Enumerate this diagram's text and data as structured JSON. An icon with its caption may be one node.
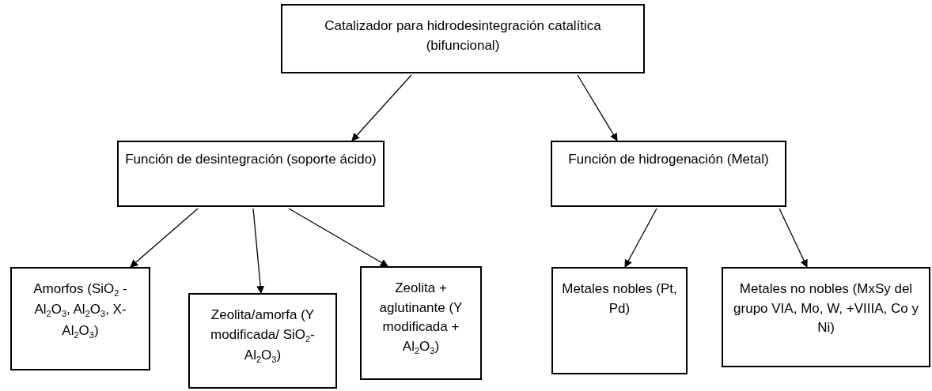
{
  "diagram": {
    "nodes": [
      {
        "text": [
          "Catalizador para hidrodesintegración catalítica (bifuncional)"
        ]
      },
      {
        "text": [
          "Función de desintegración (soporte ácido)"
        ]
      },
      {
        "text": [
          "Función de hidrogenación (Metal)"
        ]
      },
      {
        "text": [
          "Amorfos (SiO$_{2}$ - Al$_{2}$O$_{3}$, Al$_{2}$O$_{3}$, X-Al$_{2}$O$_{3}$)"
        ]
      },
      {
        "text": [
          "Zeolita/amorfa (Y modificada/ SiO$_{2}$-Al$_{2}$O$_{3}$)"
        ]
      },
      {
        "text": [
          "Zeolita + aglutinante (Y modificada + Al$_{2}$O$_{3}$)"
        ]
      },
      {
        "text": [
          "Metales nobles (Pt, Pd)"
        ]
      },
      {
        "text": [
          "Metales no nobles (MxSy del grupo VIA, Mo, W, +VIIIA, Co y Ni)"
        ]
      }
    ],
    "edges": [
      {
        "from": 0,
        "to": 1,
        "arrow": "to"
      },
      {
        "from": 0,
        "to": 2,
        "arrow": "to"
      },
      {
        "from": 1,
        "to": 3,
        "arrow": "to"
      },
      {
        "from": 1,
        "to": 4,
        "arrow": "to"
      },
      {
        "from": 1,
        "to": 5,
        "arrow": "to"
      },
      {
        "from": 2,
        "to": 6,
        "arrow": "to"
      },
      {
        "from": 2,
        "to": 7,
        "arrow": "to"
      }
    ]
  }
}
